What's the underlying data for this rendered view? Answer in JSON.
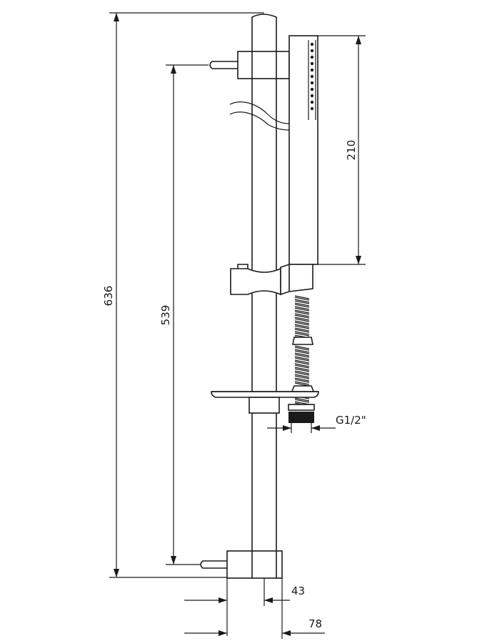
{
  "dimensions": {
    "overall_height": "636",
    "bracket_spacing": "539",
    "handshower_length": "210",
    "thread_size": "G1/2\"",
    "wall_offset_small": "43",
    "wall_offset_large": "78"
  }
}
